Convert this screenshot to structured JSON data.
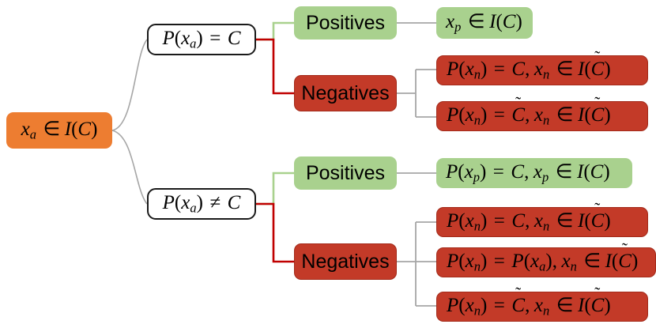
{
  "diagram": {
    "title": "Anchor positive/negative sampling decision tree",
    "colors": {
      "orange": "#ED7D31",
      "green": "#A9D18E",
      "red": "#C33A28",
      "red_border": "#A32A1A",
      "white_border": "#1A1A1A",
      "wire_gray": "#A6A6A6",
      "wire_green": "#A9D18E",
      "wire_red": "#C00000",
      "background": "#FFFFFF"
    },
    "root": {
      "label": "x_a ∈ I(C)",
      "tokens": {
        "var": "x",
        "sub": "a",
        "rel": "∈",
        "set": "I(C)"
      }
    },
    "decisions": [
      {
        "label": "P(x_a) = C",
        "op": "="
      },
      {
        "label": "P(x_a) ≠ C",
        "op": "≠"
      }
    ],
    "branches": [
      {
        "label": "Positives",
        "kind": "green"
      },
      {
        "label": "Negatives",
        "kind": "red"
      }
    ],
    "leaves": [
      {
        "id": "leaf-1",
        "kind": "green",
        "label": "x_p ∈ I(C)",
        "group": "top-positives"
      },
      {
        "id": "leaf-2",
        "kind": "red",
        "label": "P(x_n) = C, x_n ∈ I(C̃)",
        "group": "top-negatives"
      },
      {
        "id": "leaf-3",
        "kind": "red",
        "label": "P(x_n) = C̃, x_n ∈ I(C̃)",
        "group": "top-negatives"
      },
      {
        "id": "leaf-4",
        "kind": "green",
        "label": "P(x_p) = C, x_p ∈ I(C)",
        "group": "bottom-positives"
      },
      {
        "id": "leaf-5",
        "kind": "red",
        "label": "P(x_n) = C, x_n ∈ I(C̃)",
        "group": "bottom-negatives"
      },
      {
        "id": "leaf-6",
        "kind": "red",
        "label": "P(x_n) = P(x_a), x_n ∈ I(C̃)",
        "group": "bottom-negatives"
      },
      {
        "id": "leaf-7",
        "kind": "red",
        "label": "P(x_n) = C̃, x_n ∈ I(C̃)",
        "group": "bottom-negatives"
      }
    ]
  }
}
